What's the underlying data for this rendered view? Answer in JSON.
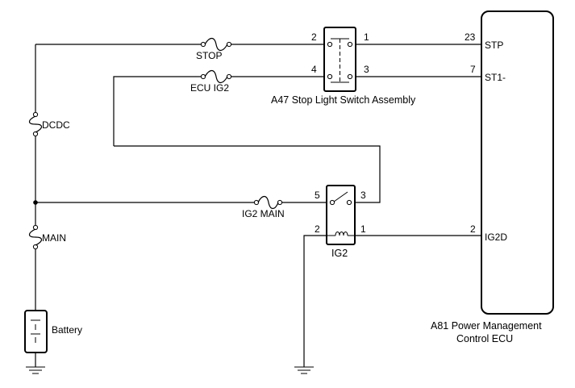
{
  "fuses": {
    "stop": "STOP",
    "ecu_ig2": "ECU IG2",
    "ig2_main": "IG2 MAIN",
    "dcdc": "DCDC",
    "main": "MAIN"
  },
  "battery": {
    "label": "Battery"
  },
  "stop_light_switch": {
    "name": "A47 Stop Light Switch Assembly",
    "pins": {
      "p1": "1",
      "p2": "2",
      "p3": "3",
      "p4": "4"
    }
  },
  "ig2_relay": {
    "name": "IG2",
    "pins": {
      "p1": "1",
      "p2": "2",
      "p3": "3",
      "p5": "5"
    }
  },
  "ecu": {
    "name_line1": "A81 Power Management",
    "name_line2": "Control ECU",
    "terminals": [
      {
        "pin": "23",
        "name": "STP"
      },
      {
        "pin": "7",
        "name": "ST1-"
      },
      {
        "pin": "2",
        "name": "IG2D"
      }
    ]
  }
}
